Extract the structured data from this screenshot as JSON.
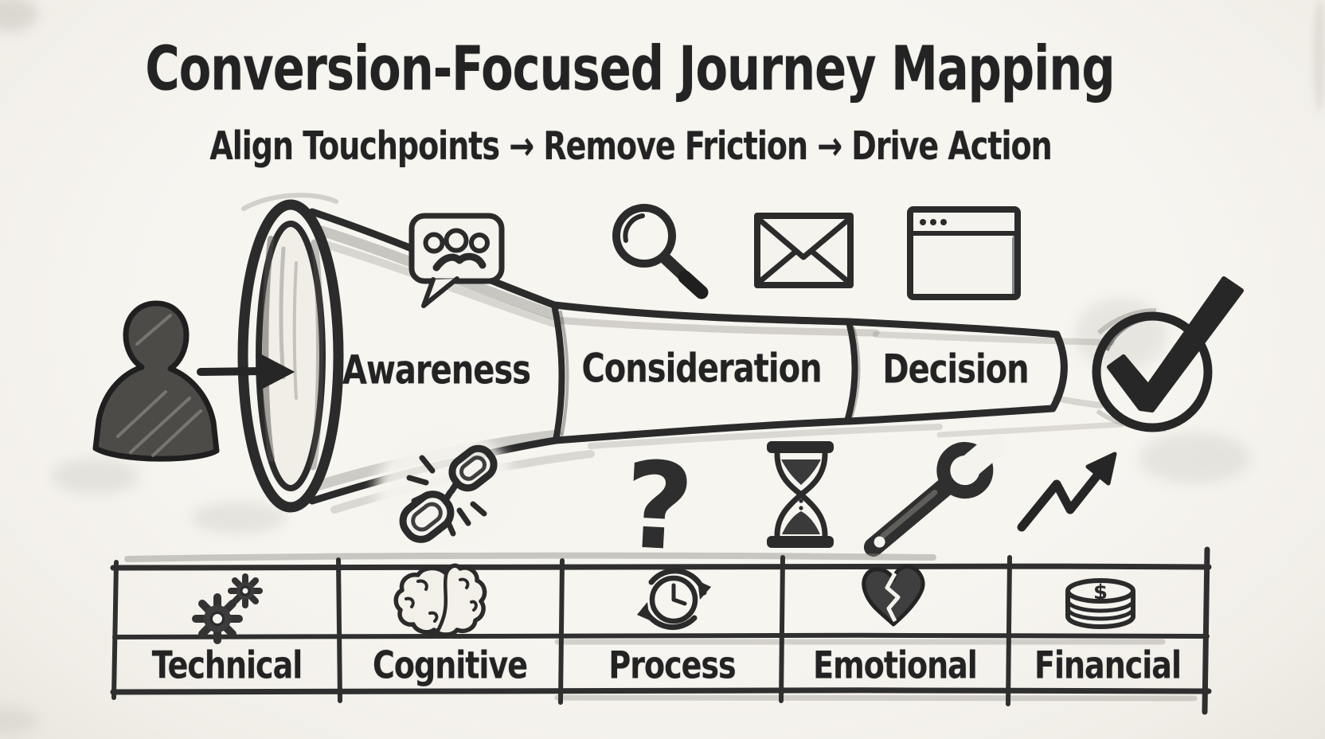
{
  "title": "Conversion-Focused Journey Mapping",
  "subtitle": "Align Touchpoints → Remove Friction → Drive Action",
  "actor_icon": "person-silhouette",
  "conversion_icon": "check-circle",
  "funnel": {
    "stages": [
      {
        "label": "Awareness"
      },
      {
        "label": "Consideration"
      },
      {
        "label": "Decision"
      }
    ]
  },
  "touchpoint_icons": [
    "feedback-speech-bubble",
    "magnifying-glass",
    "envelope",
    "browser-window"
  ],
  "friction_icons": [
    "broken-chain-link",
    "question-mark",
    "hourglass",
    "wrench",
    "growth-arrow"
  ],
  "glyphs": {
    "question_mark": "?",
    "dollar": "$"
  },
  "friction_table": {
    "columns": [
      {
        "icon": "gears",
        "label": "Technical"
      },
      {
        "icon": "brain",
        "label": "Cognitive"
      },
      {
        "icon": "clock-refresh",
        "label": "Process"
      },
      {
        "icon": "broken-heart",
        "label": "Emotional"
      },
      {
        "icon": "coin-stack",
        "label": "Financial"
      }
    ]
  },
  "colors": {
    "ink": "#2b2b2b",
    "paper": "#f5f3ee",
    "graphite": "#8f8d88"
  }
}
